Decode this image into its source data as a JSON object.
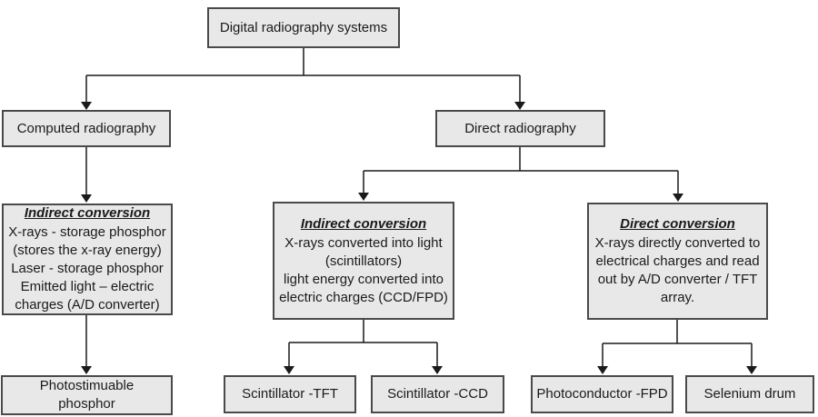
{
  "diagram_title": "Digital radiography systems",
  "colors": {
    "box_fill": "#e8e8e8",
    "box_border": "#4a4a4a",
    "connector": "#1a1a1a",
    "background": "#ffffff"
  },
  "nodes": {
    "root": {
      "label": "Digital radiography systems"
    },
    "computed_radiography": {
      "label": "Computed radiography"
    },
    "direct_radiography": {
      "label": "Direct radiography"
    },
    "cr_indirect_conversion": {
      "title": "Indirect conversion",
      "lines": [
        "X-rays - storage phosphor",
        "(stores the x-ray energy)",
        "Laser - storage phosphor",
        "Emitted light – electric",
        "charges (A/D converter)"
      ]
    },
    "dr_indirect_conversion": {
      "title": "Indirect conversion",
      "lines": [
        "X-rays converted into light",
        "(scintillators)",
        "light energy converted into",
        "electric charges (CCD/FPD)"
      ]
    },
    "dr_direct_conversion": {
      "title": "Direct conversion",
      "lines": [
        "X-rays directly converted to",
        "electrical charges and read",
        "out by A/D converter / TFT",
        "array."
      ]
    },
    "photostimuable_phosphor": {
      "lines": [
        "Photostimuable",
        "phosphor"
      ]
    },
    "scintillator_tft": {
      "label": "Scintillator -TFT"
    },
    "scintillator_ccd": {
      "label": "Scintillator -CCD"
    },
    "photoconductor_fpd": {
      "label": "Photoconductor -FPD"
    },
    "selenium_drum": {
      "label": "Selenium drum"
    }
  }
}
